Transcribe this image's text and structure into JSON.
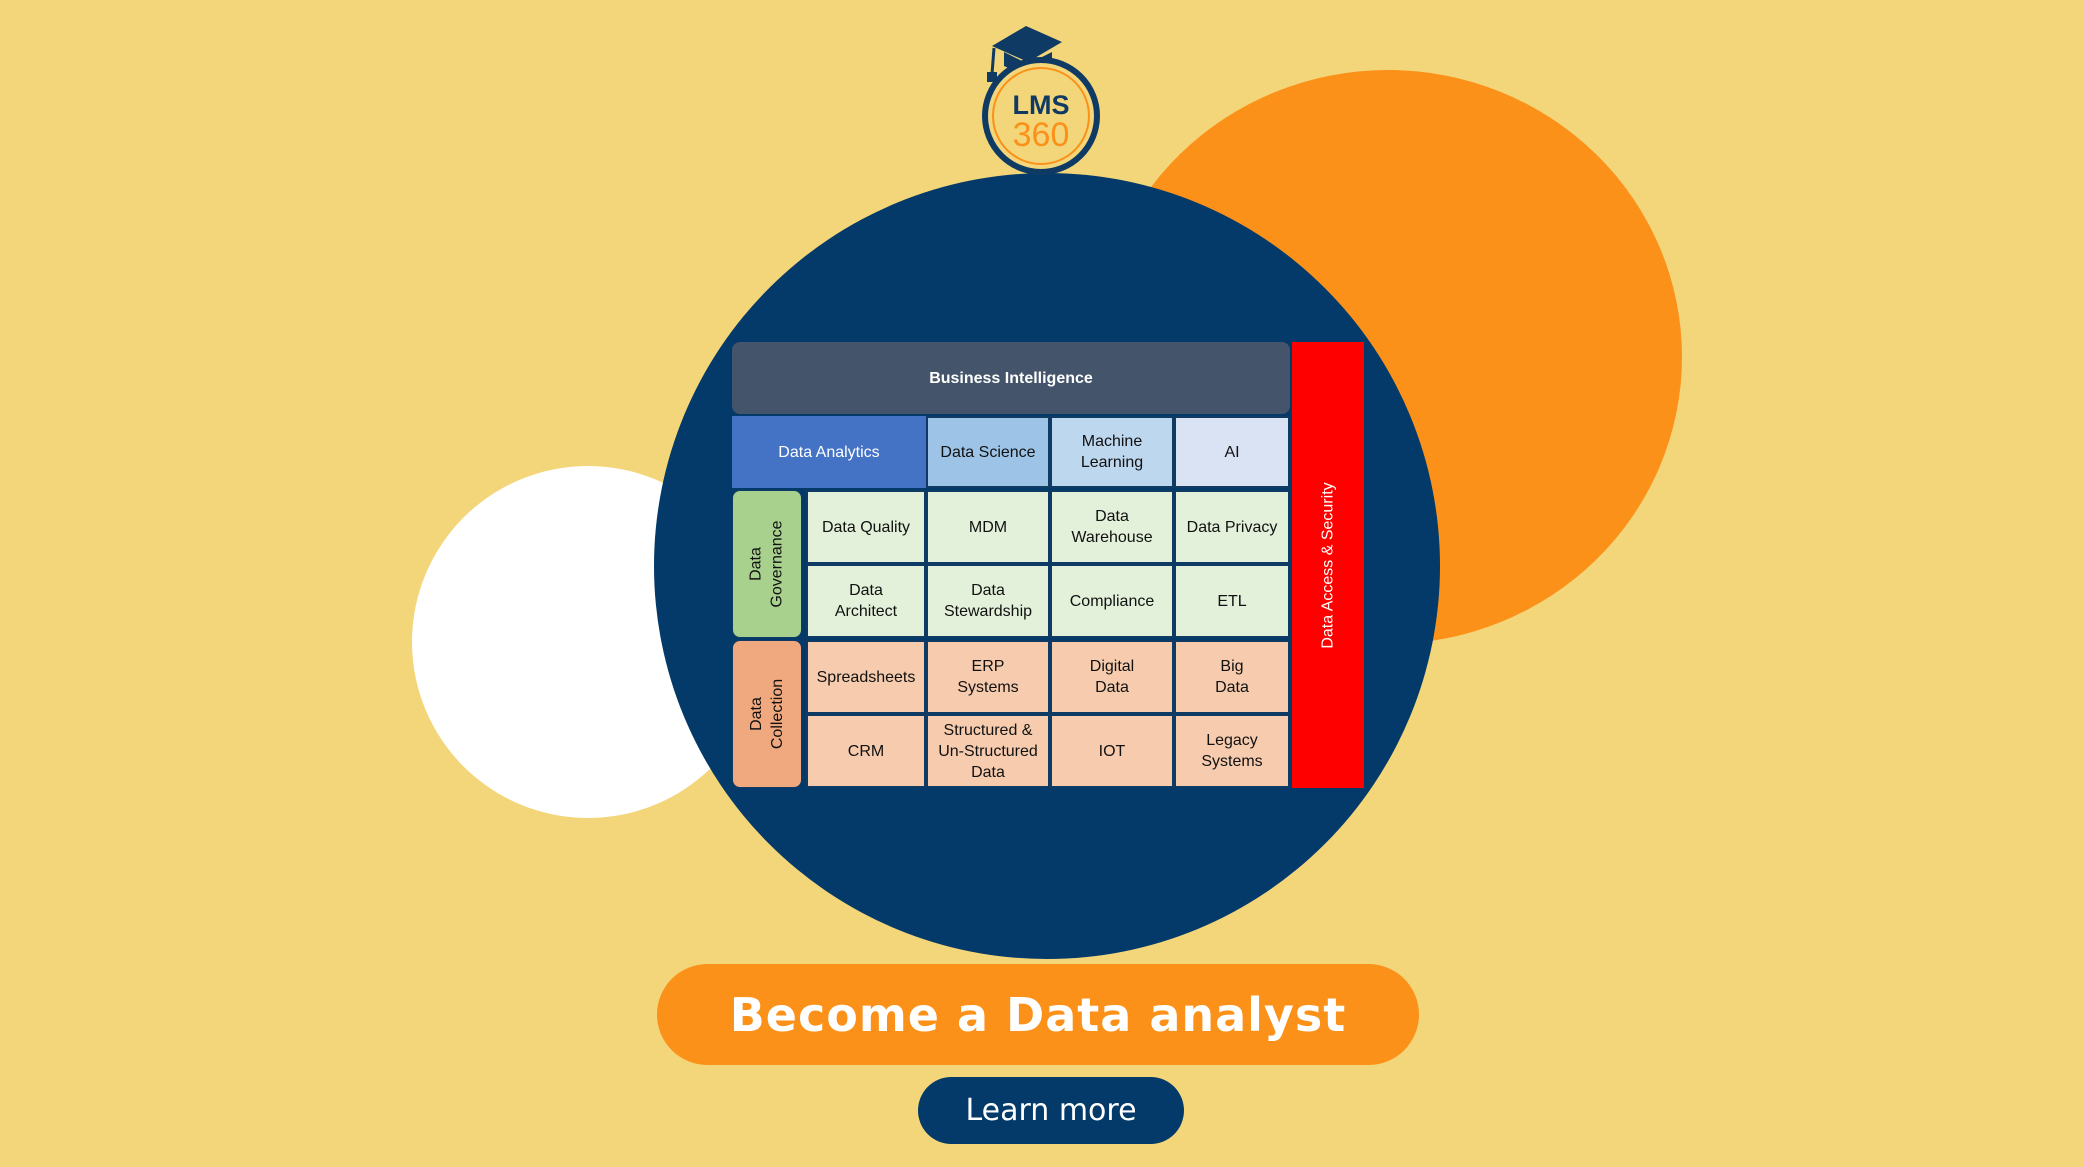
{
  "logo": {
    "line1": "LMS",
    "line2": "360"
  },
  "diagram": {
    "top_bar": "Business Intelligence",
    "side_bar": "Data Access & Security",
    "headers": [
      "Data Analytics",
      "Data Science",
      "Machine\nLearning",
      "AI"
    ],
    "governance": {
      "label": "Data\nGovernance",
      "rows": [
        [
          "Data Quality",
          "MDM",
          "Data\nWarehouse",
          "Data Privacy"
        ],
        [
          "Data\nArchitect",
          "Data\nStewardship",
          "Compliance",
          "ETL"
        ]
      ]
    },
    "collection": {
      "label": "Data\nCollection",
      "rows": [
        [
          "Spreadsheets",
          "ERP\nSystems",
          "Digital\nData",
          "Big\nData"
        ],
        [
          "CRM",
          "Structured &\nUn-Structured\nData",
          "IOT",
          "Legacy\nSystems"
        ]
      ]
    }
  },
  "cta": {
    "title": "Become a Data analyst",
    "button_label": "Learn more"
  },
  "colors": {
    "background": "#F3D57A",
    "orange": "#FB9119",
    "navy": "#033A69",
    "security": "#FF0000"
  }
}
